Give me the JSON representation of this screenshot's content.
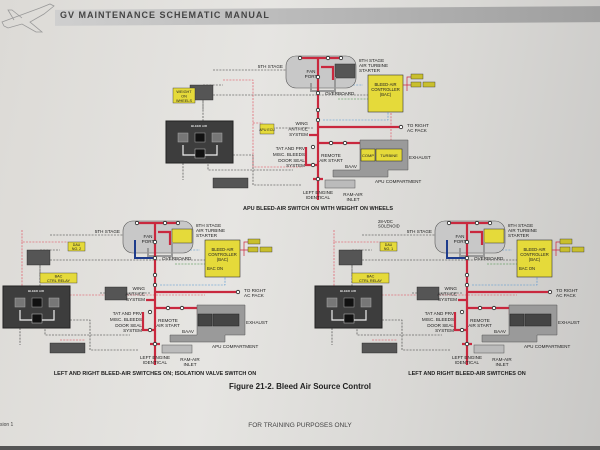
{
  "header": {
    "title": "GV MAINTENANCE SCHEMATIC MANUAL"
  },
  "figure_title": "Figure 21-2.  Bleed Air Source Control",
  "footer": {
    "training": "FOR TRAINING PURPOSES ONLY",
    "revision": "sion 1"
  },
  "colors": {
    "bleed_air": "#c9283e",
    "controller": "#e5da3a",
    "panel": "#3d3d3d",
    "nacelle": "#c8c8c8",
    "crossflow": "#1e3c8c"
  },
  "diagrams": [
    {
      "caption": "APU BLEED-AIR SWITCH ON WITH WEIGHT ON WHEELS",
      "labels": {
        "fifth_stage": "5TH STAGE",
        "fan_port": [
          "FAN",
          "PORT"
        ],
        "eighth": [
          "8TH STAGE",
          "AIR TURBINE",
          "STARTER"
        ],
        "overboard": "OVERBOARD",
        "bac": [
          "BLEED-AIR",
          "CONTROLLER",
          "(BAC)"
        ],
        "bac_on": "",
        "right_pack": [
          "TO RIGHT",
          "AC PACK"
        ],
        "wing": [
          "WING",
          "ANTI-ICE",
          "SYSTEM"
        ],
        "tat": "TAT AND PRV",
        "misc": "MISC. BLEEDS",
        "door": [
          "DOOR SEAL",
          "SYSTEM"
        ],
        "remote": [
          "REMOTE",
          "AIR START"
        ],
        "baav": "BAAV",
        "comp": "COMP",
        "turbine": "TURBINE",
        "exhaust": "EXHAUST",
        "apu_comp": "APU COMPARTMENT",
        "ram": [
          "RAM-AIR",
          "INLET"
        ],
        "left_engine": [
          "LEFT ENGINE",
          "IDENTICAL"
        ],
        "yellow_left": [
          "WEIGHT",
          "ON",
          "WHEELS"
        ],
        "yellow_mid": "APU ECU",
        "panel_title": "BLEED AIR",
        "solenoid": []
      }
    },
    {
      "caption": "LEFT AND RIGHT BLEED-AIR SWITCHES ON; ISOLATION VALVE SWITCH ON",
      "labels": {
        "fifth_stage": "5TH STAGE",
        "fan_port": [
          "FAN",
          "PORT"
        ],
        "eighth": [
          "8TH STAGE",
          "AIR TURBINE",
          "STARTER"
        ],
        "overboard": "OVERBOARD",
        "bac": [
          "BLEED-AIR",
          "CONTROLLER",
          "(BAC)"
        ],
        "bac_on": "BAC ON",
        "right_pack": [
          "TO RIGHT",
          "AC PACK"
        ],
        "wing": [
          "WING",
          "ANTI-ICE",
          "SYSTEM"
        ],
        "tat": "TAT AND PRV",
        "misc": "MISC. BLEEDS",
        "door": [
          "DOOR SEAL",
          "SYSTEM"
        ],
        "remote": [
          "REMOTE",
          "AIR START"
        ],
        "baav": "BAAV",
        "comp": "",
        "turbine": "",
        "exhaust": "EXHAUST",
        "apu_comp": "APU COMPARTMENT",
        "ram": [
          "RAM-AIR",
          "INLET"
        ],
        "left_engine": [
          "LEFT ENGINE",
          "IDENTICAL"
        ],
        "yellow_left": [
          "BAC",
          "CTRL RELAY"
        ],
        "dau": [
          "DAU",
          "NO. 2"
        ],
        "yellow_mid": "",
        "panel_title": "BLEED AIR",
        "solenoid": []
      }
    },
    {
      "caption": "LEFT AND RIGHT BLEED-AIR SWITCHES ON",
      "labels": {
        "fifth_stage": "5TH STAGE",
        "fan_port": [
          "FAN",
          "PORT"
        ],
        "eighth": [
          "8TH STAGE",
          "AIR TURBINE",
          "STARTER"
        ],
        "overboard": "OVERBOARD",
        "bac": [
          "BLEED-AIR",
          "CONTROLLER",
          "(BAC)"
        ],
        "bac_on": "BAC ON",
        "right_pack": [
          "TO RIGHT",
          "AC PACK"
        ],
        "wing": [
          "WING",
          "ANTI-ICE",
          "SYSTEM"
        ],
        "tat": "TAT AND PRV",
        "misc": "MISC. BLEEDS",
        "door": [
          "DOOR SEAL",
          "SYSTEM"
        ],
        "remote": [
          "REMOTE",
          "AIR START"
        ],
        "baav": "BAAV",
        "comp": "",
        "turbine": "",
        "exhaust": "EXHAUST",
        "apu_comp": "APU COMPARTMENT",
        "ram": [
          "RAM-AIR",
          "INLET"
        ],
        "left_engine": [
          "LEFT ENGINE",
          "IDENTICAL"
        ],
        "yellow_left": [
          "BAC",
          "CTRL RELAY"
        ],
        "dau": [
          "DAU",
          "NO. 1"
        ],
        "yellow_mid": "",
        "panel_title": "BLEED AIR",
        "solenoid": [
          "28-VDC",
          "SOLENOID"
        ]
      }
    }
  ]
}
